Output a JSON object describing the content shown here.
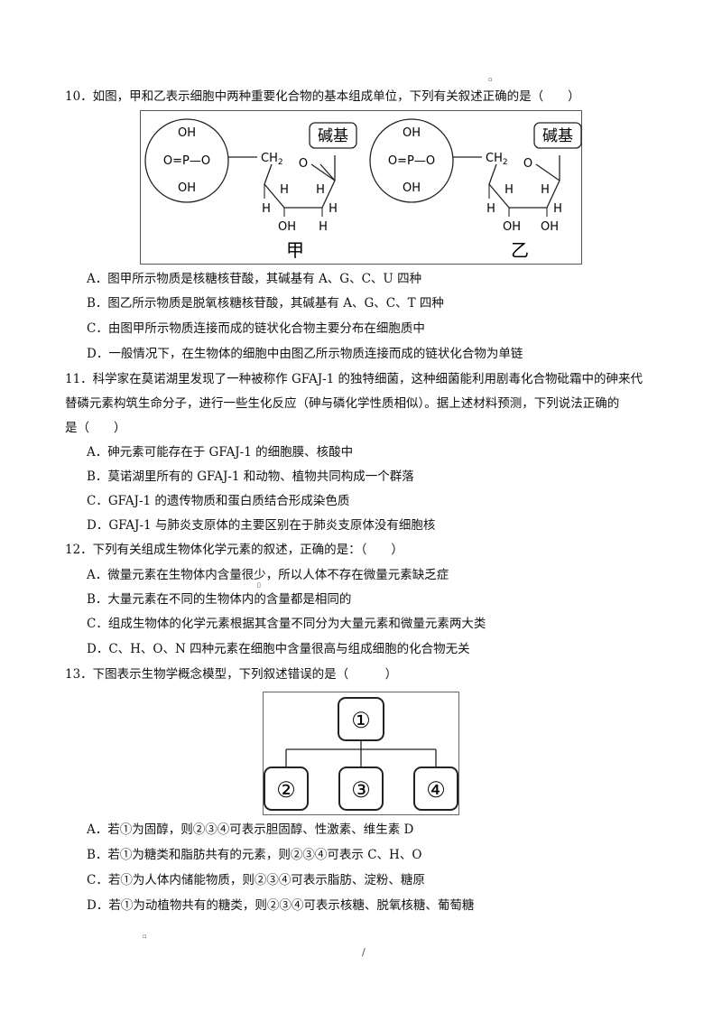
{
  "marks": {
    "top": "▫",
    "mid": "▯",
    "bottom": "▫",
    "page": "/"
  },
  "q10": {
    "stem": "10．如图，甲和乙表示细胞中两种重要化合物的基本组成单位，下列有关叙述正确的是（　　）",
    "figure": {
      "oh_top": "OH",
      "phosphate_center": "O=P—O",
      "oh_bottom": "OH",
      "ch2": "CH",
      "ch2_sub": "2",
      "ring_o": "O",
      "base_label": "碱基",
      "h": "H",
      "oh": "OH",
      "left_caption": "甲",
      "right_caption": "乙"
    },
    "options": [
      "A．图甲所示物质是核糖核苷酸，其碱基有 A、G、C、U 四种",
      "B．图乙所示物质是脱氧核糖核苷酸，其碱基有 A、G、C、T 四种",
      "C．由图甲所示物质连接而成的链状化合物主要分布在细胞质中",
      "D．一般情况下，在生物体的细胞中由图乙所示物质连接而成的链状化合物为单链"
    ]
  },
  "q11": {
    "stem_lines": [
      "11．科学家在莫诺湖里发现了一种被称作 GFAJ-1 的独特细菌，这种细菌能利用剧毒化合物砒霜中的砷来代",
      "替磷元素构筑生命分子，进行一些生化反应（砷与磷化学性质相似）。据上述材料预测，下列说法正确的",
      "是（　　）"
    ],
    "options": [
      "A．砷元素可能存在于 GFAJ-1 的细胞膜、核酸中",
      "B．莫诺湖里所有的 GFAJ-1 和动物、植物共同构成一个群落",
      "C．GFAJ-1 的遗传物质和蛋白质结合形成染色质",
      "D．GFAJ-1 与肺炎支原体的主要区别在于肺炎支原体没有细胞核"
    ]
  },
  "q12": {
    "stem": "12．下列有关组成生物体化学元素的叙述，正确的是：（　　）",
    "options": [
      "A．微量元素在生物体内含量很少，所以人体不存在微量元素缺乏症",
      "B．大量元素在不同的生物体内的含量都是相同的",
      "C．组成生物体的化学元素根据其含量不同分为大量元素和微量元素两大类",
      "D．C、H、O、N 四种元素在细胞中含量很高与组成细胞的化合物无关"
    ]
  },
  "q13": {
    "stem": "13．下图表示生物学概念模型，下列叙述错误的是（　　　）",
    "boxes": [
      "①",
      "②",
      "③",
      "④"
    ],
    "options": [
      "A．若①为固醇，则②③④可表示胆固醇、性激素、维生素 D",
      "B．若①为糖类和脂肪共有的元素，则②③④可表示 C、H、O",
      "C．若①为人体内储能物质，则②③④可表示脂肪、淀粉、糖原",
      "D．若①为动植物共有的糖类，则②③④可表示核糖、脱氧核糖、葡萄糖"
    ]
  }
}
